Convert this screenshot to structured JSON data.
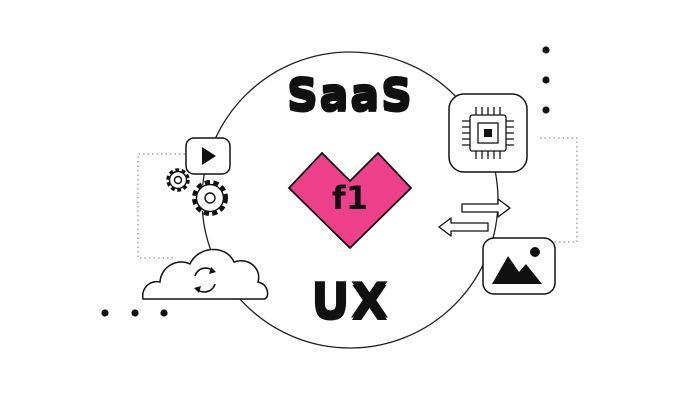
{
  "headline_top": "SaaS",
  "headline_bottom": "UX",
  "logo": {
    "text": "f1",
    "color": "#ee3f8b"
  },
  "icons": [
    "play-icon",
    "gears-icon",
    "cloud-sync-icon",
    "cpu-chip-icon",
    "transfer-arrows-icon",
    "image-icon"
  ],
  "colors": {
    "stroke": "#111111",
    "accent": "#ee3f8b",
    "background": "#ffffff"
  }
}
